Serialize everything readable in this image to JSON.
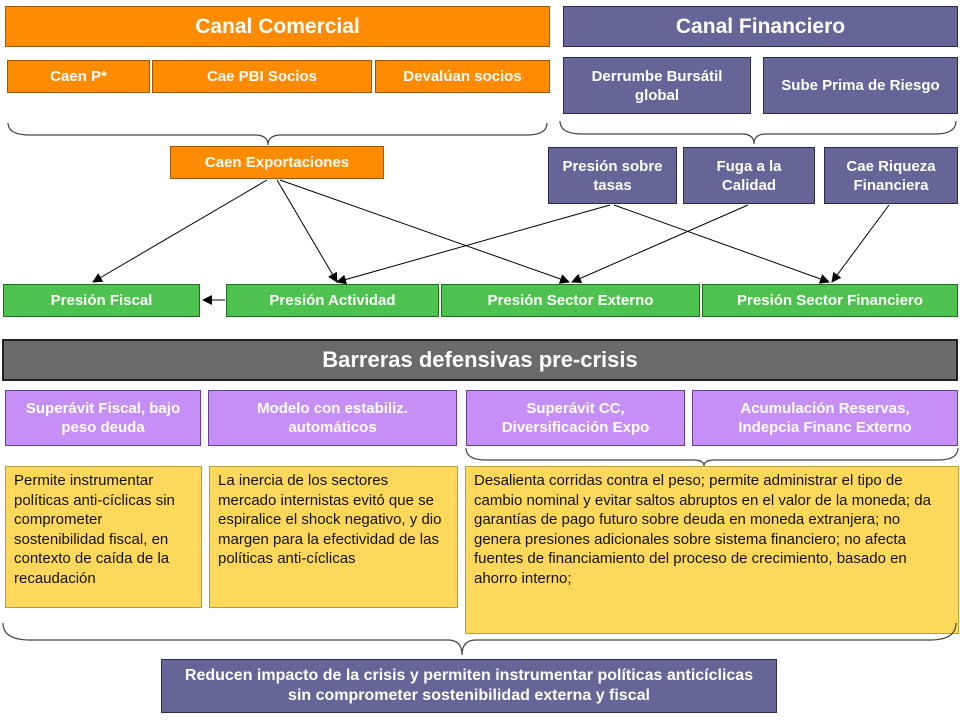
{
  "channels": {
    "commercial": "Canal Comercial",
    "financial": "Canal Financiero"
  },
  "commercial_causes": [
    "Caen P*",
    "Cae PBI Socios",
    "Devalúan socios"
  ],
  "financial_causes": [
    "Derrumbe Bursátil global",
    "Sube Prima de Riesgo"
  ],
  "commercial_effect": "Caen Exportaciones",
  "financial_effects": [
    "Presión sobre tasas",
    "Fuga a la Calidad",
    "Cae Riqueza Financiera"
  ],
  "pressures": [
    "Presión Fiscal",
    "Presión Actividad",
    "Presión Sector Externo",
    "Presión Sector Financiero"
  ],
  "barriers_title": "Barreras defensivas pre-crisis",
  "barriers": [
    "Superávit Fiscal, bajo peso deuda",
    "Modelo con estabiliz. automáticos",
    "Superávit CC, Diversificación Expo",
    "Acumulación Reservas, Indepcia Financ Externo"
  ],
  "explanations": [
    "Permite instrumentar políticas anti-cíclicas sin comprometer sostenibilidad fiscal, en contexto de caída de la recaudación",
    "La inercia de los sectores mercado internistas evitó que se espiralice el shock negativo, y dio margen para la efectividad de las políticas anti-cíclicas",
    "Desalienta corridas contra el peso; permite administrar el tipo de cambio nominal y evitar saltos abruptos en el valor de la moneda; da garantías de pago futuro sobre deuda en moneda extranjera; no genera presiones adicionales sobre sistema financiero; no afecta fuentes de financiamiento del proceso de crecimiento, basado en ahorro interno;"
  ],
  "conclusion": "Reducen impacto de la crisis y permiten instrumentar políticas anticíclicas sin comprometer sostenibilidad externa y fiscal",
  "colors": {
    "orange": "#ff8c00",
    "purple": "#656598",
    "green": "#4ec24e",
    "lilac": "#c58ff5",
    "yellow": "#fed85b",
    "gray": "#6a6a6a"
  }
}
